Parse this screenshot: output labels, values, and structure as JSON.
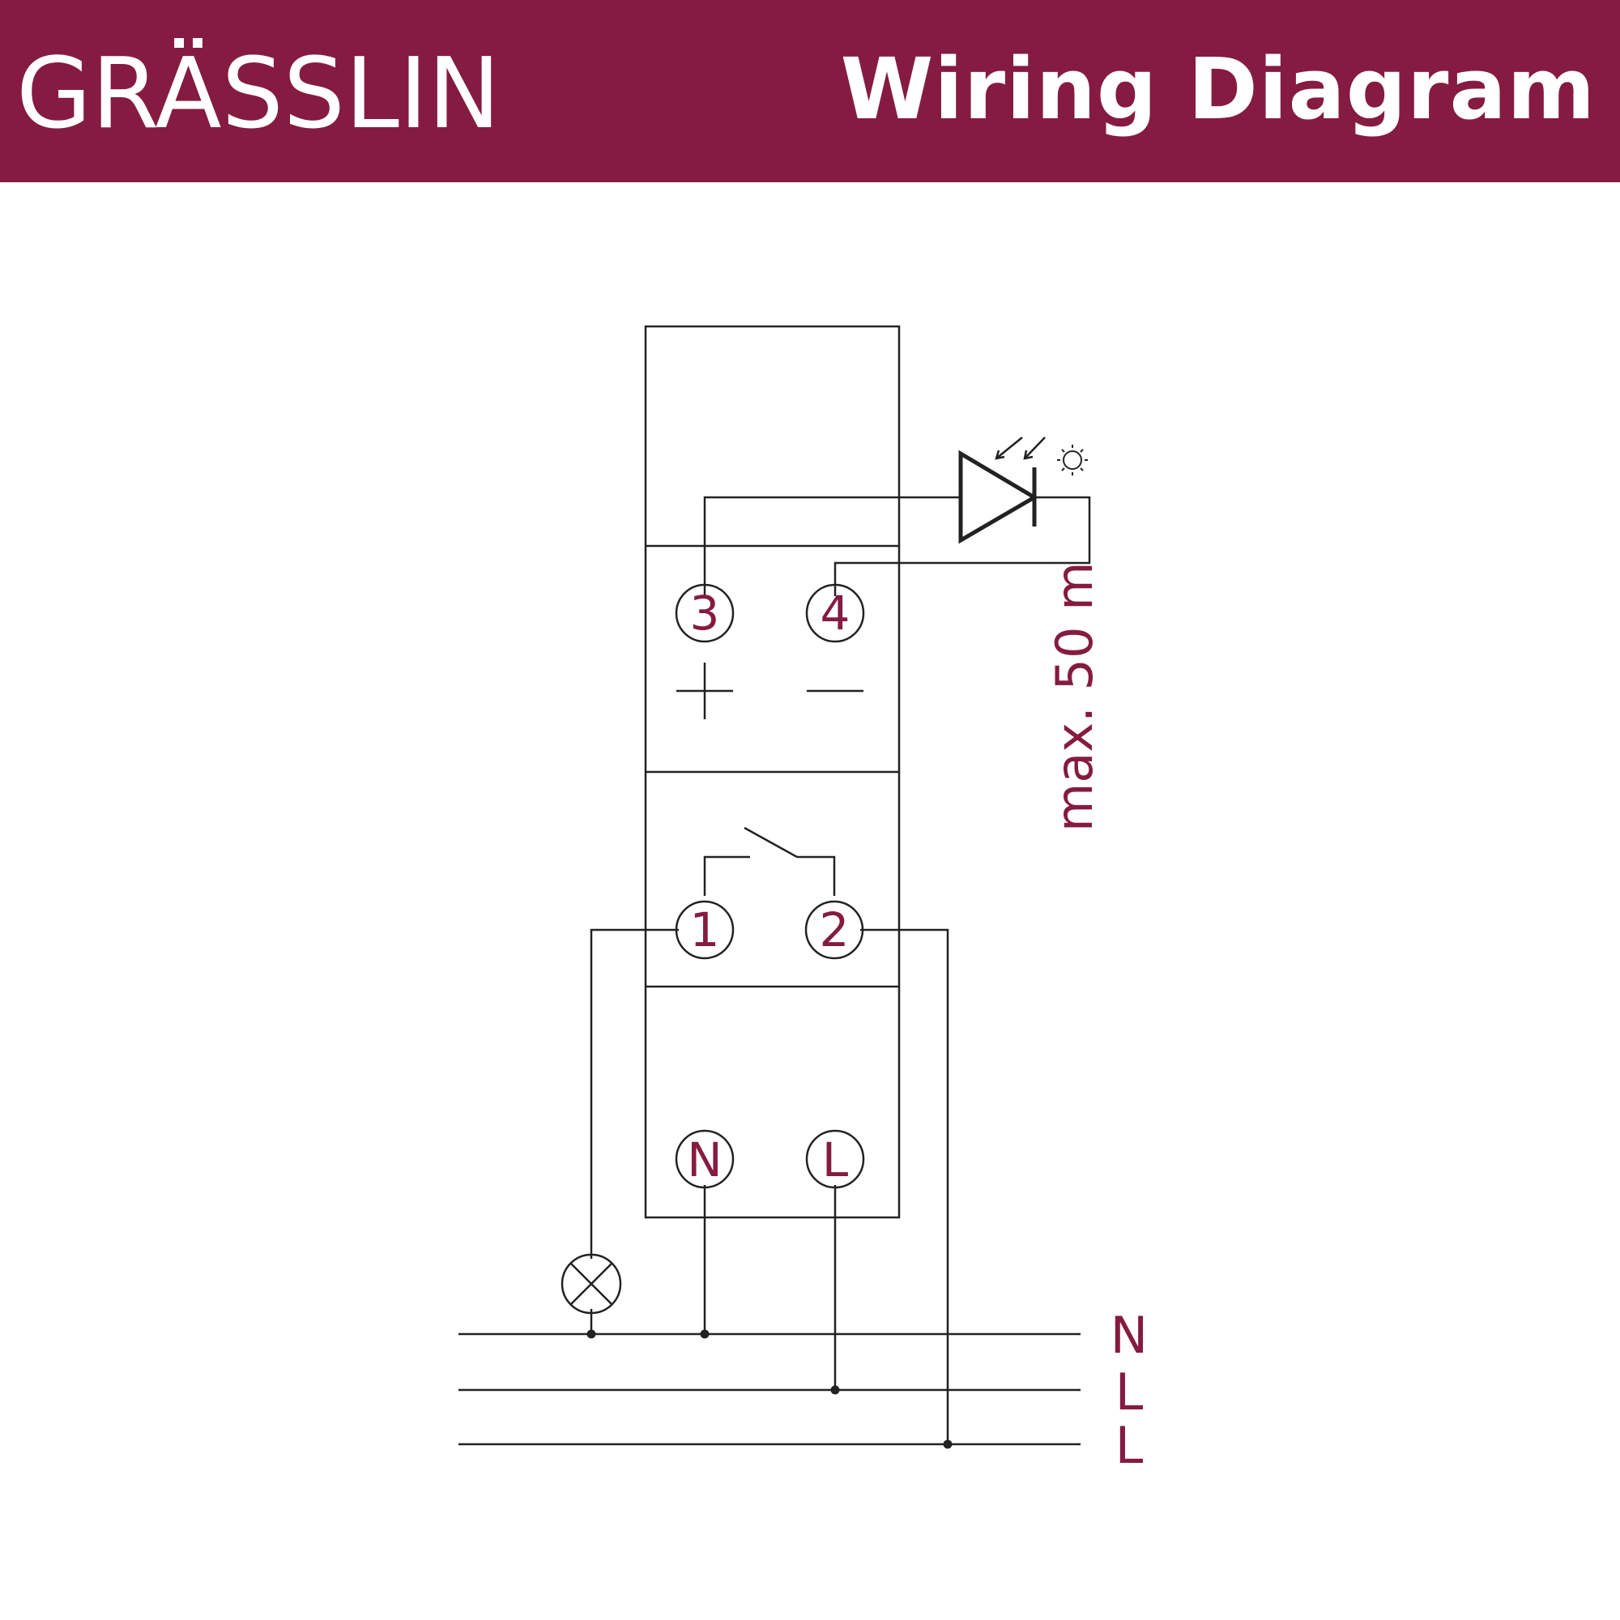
{
  "header": {
    "brand": "GRÄSSLIN",
    "title": "Wiring Diagram",
    "color": "#851b41"
  },
  "diagram": {
    "terminals": {
      "t3": "3",
      "t4": "4",
      "t1": "1",
      "t2": "2",
      "tN": "N",
      "tL": "L"
    },
    "polarity": {
      "plus": "+",
      "minus": "—"
    },
    "cable_length": "max. 50 m",
    "bus_labels": [
      "N",
      "L",
      "L"
    ],
    "label_color": "#851b41"
  }
}
